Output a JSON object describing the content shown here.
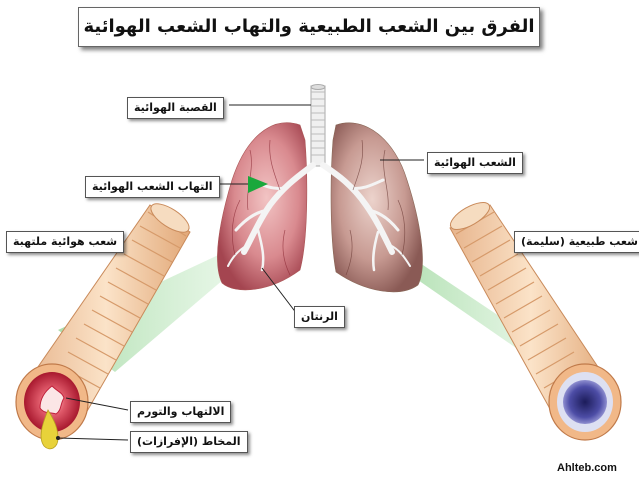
{
  "title": "الفرق بين الشعب الطبيعية والتهاب الشعب الهوائية",
  "labels": {
    "trachea": "القصبة الهوائية",
    "bronchi": "الشعب الهوائية",
    "bronchitis": "التهاب الشعب الهوائية",
    "inflamed_bronchus": "شعب هوائية ملتهبة",
    "normal_bronchus": "شعب طبيعية (سليمة)",
    "wheezing": "الرنتان",
    "inflammation_swelling": "الالتهاب والتورم",
    "mucus": "المخاط (الإفرازات)"
  },
  "watermark": "Ahlteb.com",
  "colors": {
    "left_lung": "#d98a8f",
    "right_lung": "#c79a92",
    "airway": "#f0c9a8",
    "inflamed_ring": "#c0203a",
    "normal_lumen": "#5a5aa8",
    "mucus": "#e8d23a",
    "pointer": "#1aa83c",
    "beam": "#bfe7bf"
  },
  "icons": {
    "pointer": "green-triangle-pointer"
  }
}
